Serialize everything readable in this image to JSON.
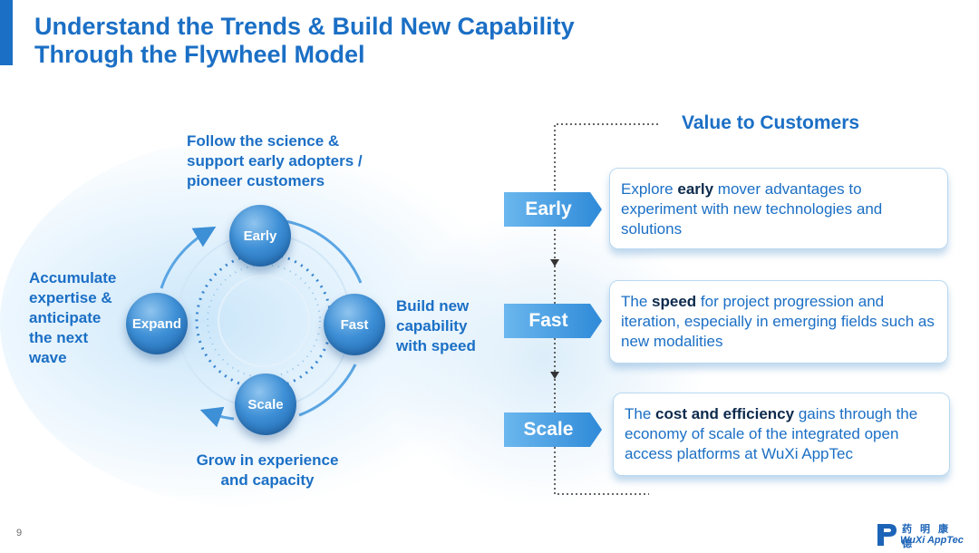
{
  "title": {
    "line1": "Understand the Trends & Build New Capability",
    "line2": "Through the Flywheel Model"
  },
  "flywheel": {
    "nodes": {
      "early": "Early",
      "fast": "Fast",
      "scale": "Scale",
      "expand": "Expand"
    },
    "captions": {
      "early": [
        "Follow the science &",
        "support early adopters /",
        "pioneer customers"
      ],
      "fast": [
        "Build new",
        "capability",
        "with speed"
      ],
      "scale": [
        "Grow in experience",
        "and capacity"
      ],
      "expand": [
        "Accumulate",
        "expertise &",
        "anticipate",
        "the next",
        "wave"
      ]
    }
  },
  "value": {
    "title": "Value to Customers",
    "rows": [
      {
        "tag": "Early",
        "pre": "Explore ",
        "bold": "early",
        "post": " mover advantages to experiment with new technologies and solutions"
      },
      {
        "tag": "Fast",
        "pre": "The ",
        "bold": "speed",
        "post": " for project progression and iteration, especially in emerging fields such as new modalities"
      },
      {
        "tag": "Scale",
        "pre": "The ",
        "bold": "cost and efficiency",
        "post": " gains through the economy of scale of the integrated open access platforms at WuXi AppTec"
      }
    ]
  },
  "footer": {
    "page_number": "9",
    "logo_cn": "药明康德",
    "logo_en": "WuXi AppTec"
  },
  "colors": {
    "brand_blue": "#1b6fc5",
    "dark_text": "#0d2a4d"
  }
}
